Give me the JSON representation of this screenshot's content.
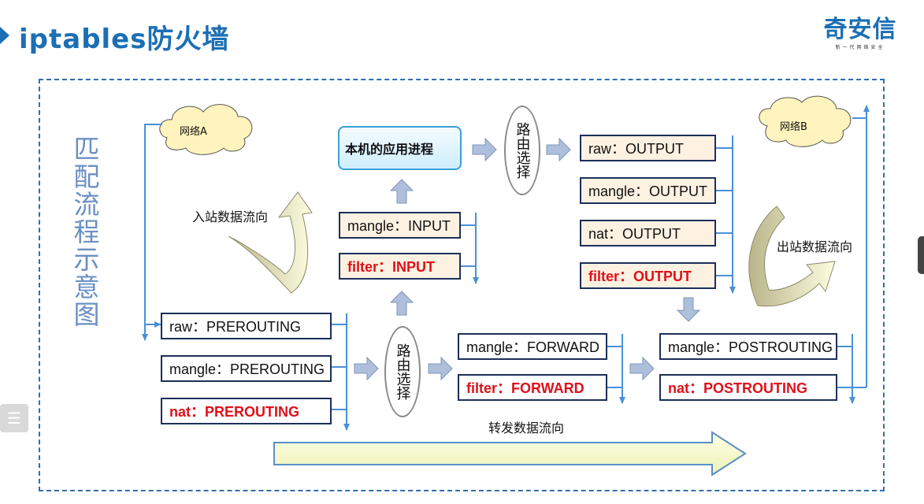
{
  "slide": {
    "title": "iptables防火墙"
  },
  "logo": {
    "name": "奇安信",
    "tagline": "新一代网络安全"
  },
  "diagram": {
    "vertical_title": "匹配流程示意图",
    "network_a": "网络A",
    "network_b": "网络B",
    "app_process": "本机的应用进程",
    "route_select": "路由选择",
    "inbound_label": "入站数据流向",
    "outbound_label": "出站数据流向",
    "forward_label": "转发数据流向",
    "prerouting": [
      "raw：PREROUTING",
      "mangle：PREROUTING",
      "nat：PREROUTING"
    ],
    "input": [
      "mangle：INPUT",
      "filter：INPUT"
    ],
    "forward": [
      "mangle：FORWARD",
      "filter：FORWARD"
    ],
    "output": [
      "raw：OUTPUT",
      "mangle：OUTPUT",
      "nat：OUTPUT",
      "filter：OUTPUT"
    ],
    "postrouting": [
      "mangle：POSTROUTING",
      "nat：POSTROUTING"
    ]
  },
  "colors": {
    "title": "#1b6fb5",
    "frame": "#2f6fb0",
    "line": "#4a90d9",
    "chain_fill": "#fdf1e2",
    "filter_text": "#e0101a",
    "arrow_fill": "#aebfdb"
  }
}
